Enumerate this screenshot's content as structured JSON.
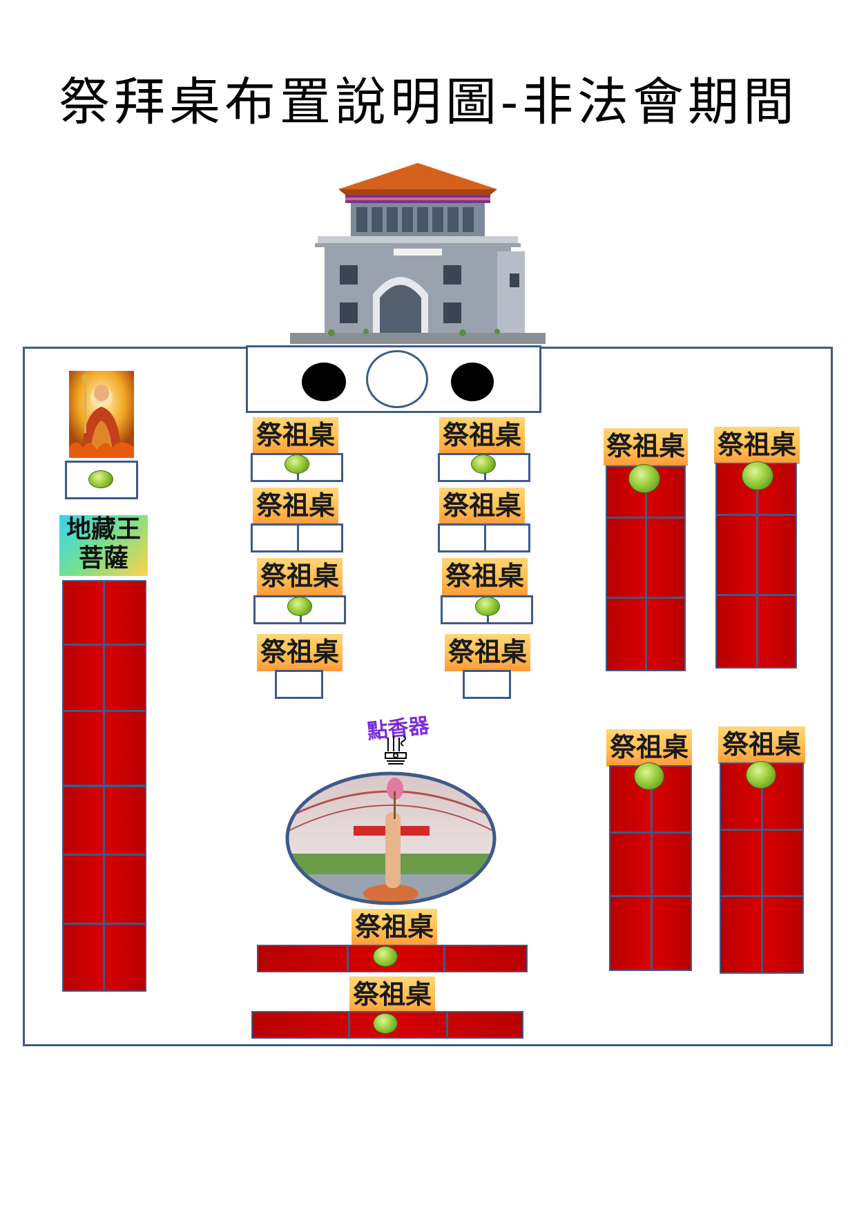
{
  "title": "祭拜桌布置說明圖-非法會期間",
  "table_label": "祭祖桌",
  "bodhisattva_label": "地藏王菩薩",
  "incense_label": "點香器",
  "colors": {
    "border": "#3d5a8a",
    "red_table": "#d00000",
    "label_gradient_top": "#ffd67a",
    "label_gradient_bottom": "#ff9a3a",
    "offering_dot": "#98cc3a",
    "incense_text": "#7b2ed6"
  },
  "icons": [
    "temple-building-image",
    "ksitigarbha-portrait-image",
    "incense-lighter-icon",
    "lotus-hand-statue-image"
  ]
}
